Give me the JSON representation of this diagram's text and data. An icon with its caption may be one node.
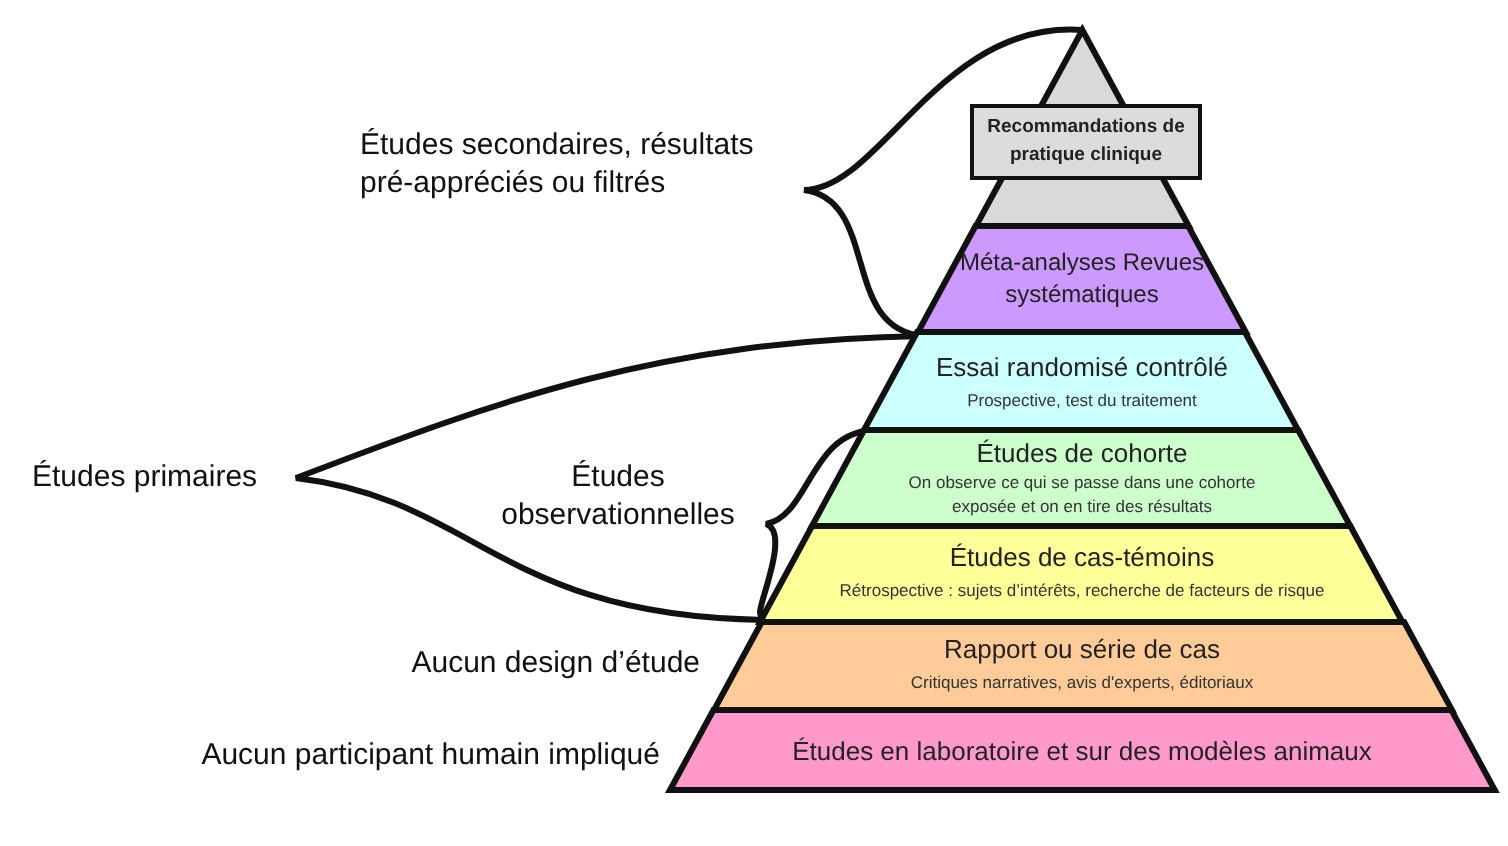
{
  "diagram": {
    "nodes": [
      {
        "text": [],
        "shape": "triangle"
      },
      {
        "text": [
          "Recommandations de pratique clinique"
        ],
        "in": 0
      },
      {
        "text": [
          "Méta-analyses Revues systématiques"
        ]
      },
      {
        "text": [
          "Essai randomisé contrôlé",
          "Prospective, test du traitement"
        ]
      },
      {
        "text": [
          "Études de cohorte",
          "On observe ce qui se passe dans une cohorte exposée et on en tire des résultats"
        ]
      },
      {
        "text": [
          "Études de cas-témoins",
          "Rétrospective : sujets d’intérêts, recherche de facteurs de risque"
        ]
      },
      {
        "text": [
          "Rapport ou série de cas",
          "Critiques narratives, avis d'experts, éditoriaux"
        ]
      },
      {
        "text": [
          "Études en laboratoire et sur des modèles animaux"
        ]
      }
    ],
    "labels": [
      "Études secondaires, résultats pré-appréciés ou filtrés",
      "Études primaires",
      "Études observationnelles",
      "Aucun design d’étude",
      "Aucun participant humain impliqué"
    ]
  }
}
